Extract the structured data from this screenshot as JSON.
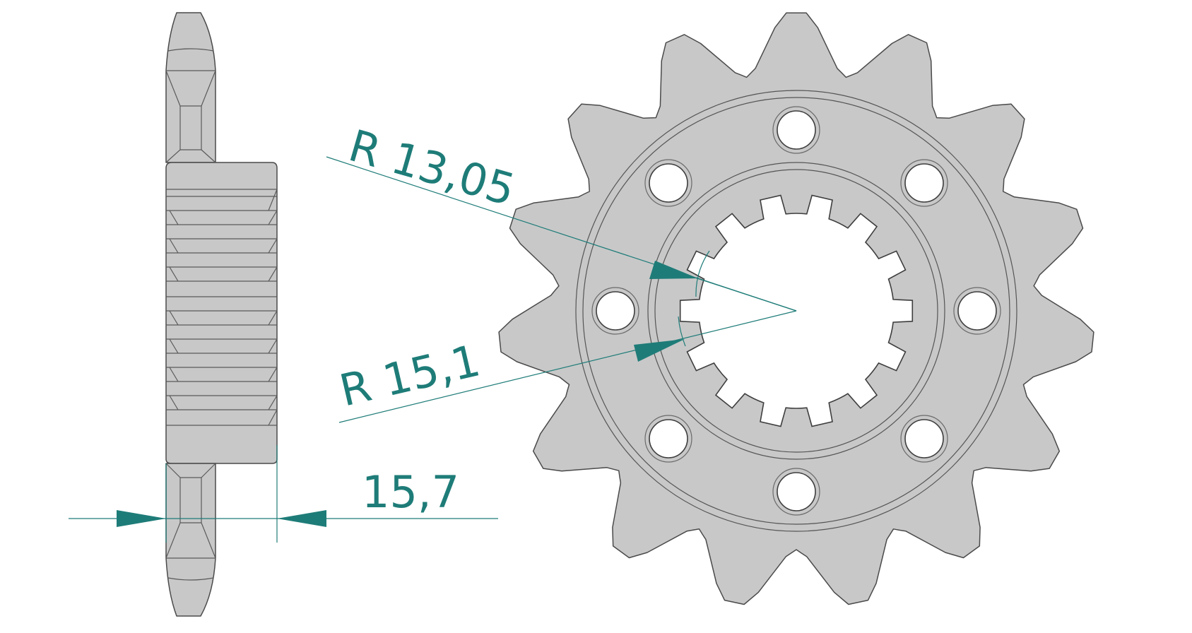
{
  "dimensions": {
    "inner_radius_label": "R  13,05",
    "outer_radius_label": "R  15,1",
    "width_label": "15,7"
  },
  "colors": {
    "part_fill": "#c8c8c8",
    "outline": "#4a4a4a",
    "dimension": "#1e7c78",
    "background": "#ffffff"
  },
  "sprocket": {
    "tooth_count": 15,
    "bolt_hole_count": 8,
    "spline_count": 14
  }
}
